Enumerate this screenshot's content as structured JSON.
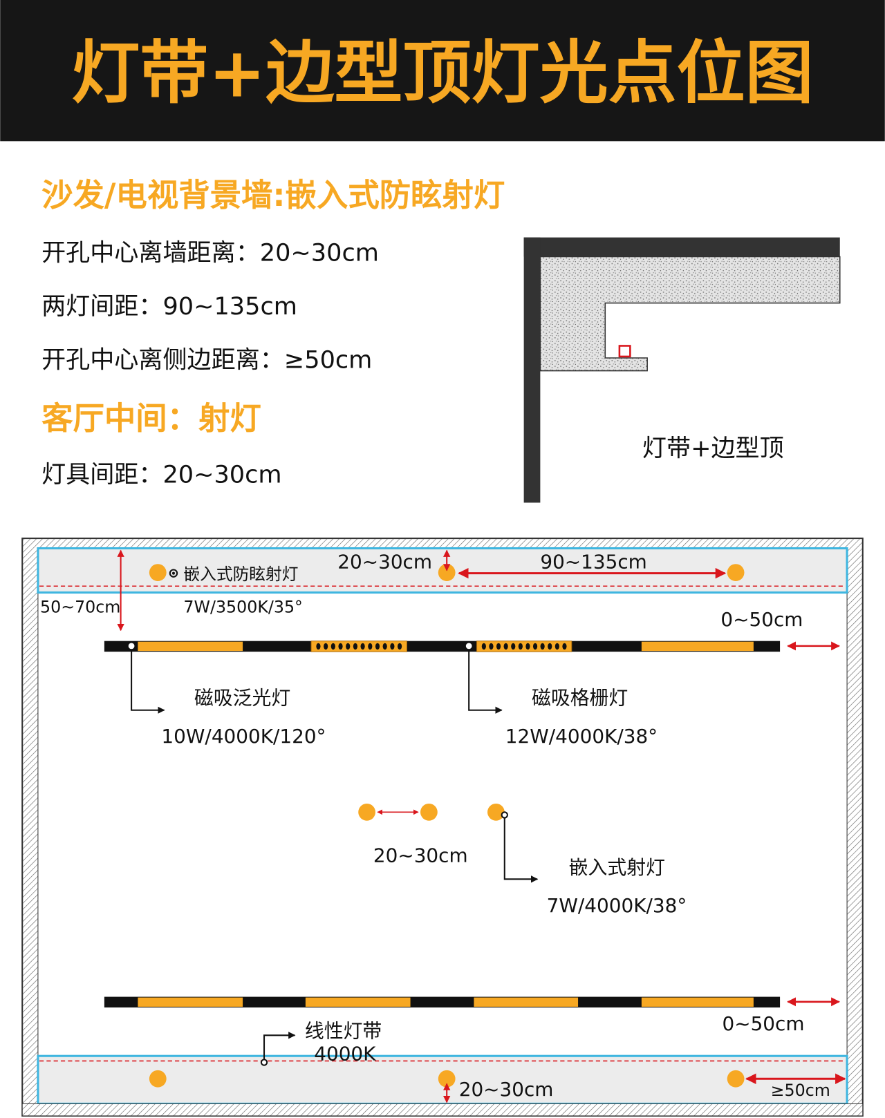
{
  "header": {
    "title": "灯带+边型顶灯光点位图"
  },
  "section1": {
    "heading": "沙发/电视背景墙:嵌入式防眩射灯",
    "lines": [
      "开孔中心离墙距离：20~30cm",
      "两灯间距：90~135cm",
      "开孔中心离侧边距离：≥50cm"
    ]
  },
  "section2": {
    "heading": "客厅中间：射灯",
    "lines": [
      "灯具间距：20~30cm"
    ]
  },
  "section_diagram": {
    "label": "灯带+边型顶"
  },
  "plan": {
    "top": {
      "wall_offset": "20~30cm",
      "spacing": "90~135cm",
      "band_depth": "50~70cm",
      "spot_label": "嵌入式防眩射灯",
      "spot_spec": "7W/3500K/35°",
      "strip_gap": "0~50cm"
    },
    "track": {
      "flood_label": "磁吸泛光灯",
      "flood_spec": "10W/4000K/120°",
      "grille_label": "磁吸格栅灯",
      "grille_spec": "12W/4000K/38°"
    },
    "middle": {
      "spacing": "20~30cm",
      "spot_label": "嵌入式射灯",
      "spot_spec": "7W/4000K/38°"
    },
    "bottom": {
      "strip_gap": "0~50cm",
      "strip_label": "线性灯带",
      "strip_spec": "4000K",
      "wall_offset": "20~30cm",
      "side_offset": "≥50cm"
    }
  },
  "colors": {
    "accent": "#F7A823",
    "red": "#D9161C",
    "blue": "#3FB6E0",
    "dark": "#111111"
  }
}
